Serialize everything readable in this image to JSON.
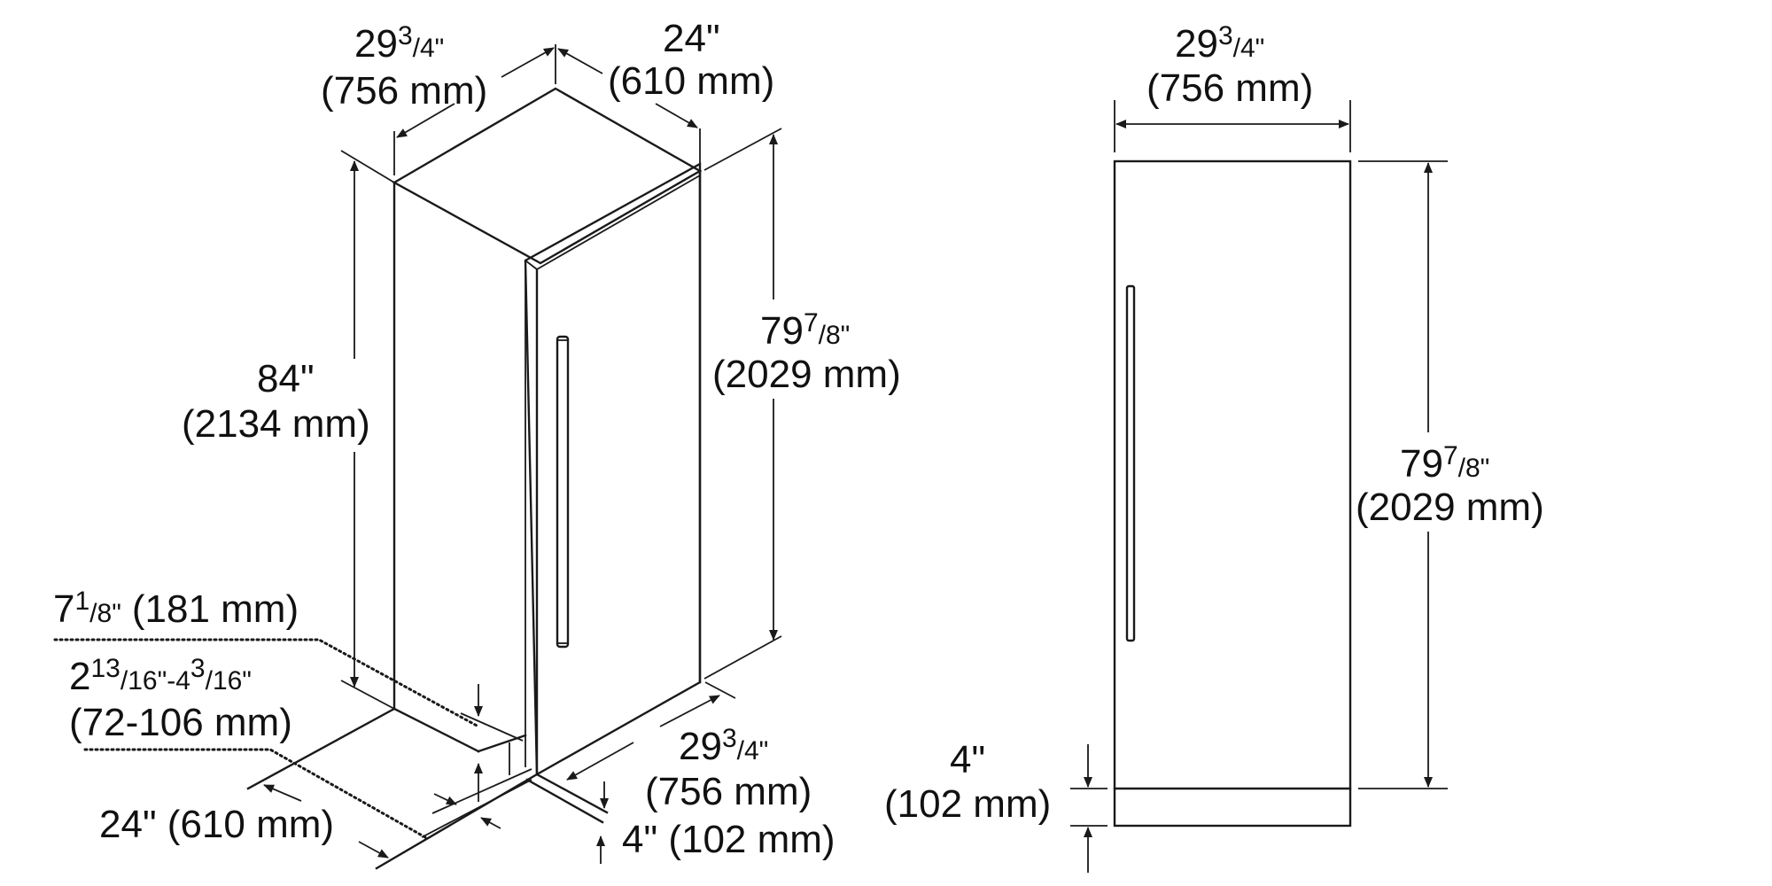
{
  "colors": {
    "line": "#1a1a1a",
    "text": "#111111",
    "background": "#ffffff"
  },
  "iso_view": {
    "width_top": {
      "whole": "29",
      "num": "3",
      "den": "4\"",
      "mm": "(756 mm)"
    },
    "depth_top": {
      "inches": "24\"",
      "mm": "(610 mm)"
    },
    "overall_height": {
      "inches": "84\"",
      "mm": "(2134 mm)"
    },
    "cabinet_height": {
      "whole": "79",
      "num": "7",
      "den": "8\"",
      "mm": "(2029 mm)"
    },
    "toe_kick_depth": {
      "whole": "7",
      "num": "1",
      "den": "8\"",
      "mm": "(181 mm)"
    },
    "toe_kick_height": {
      "whole_a": "2",
      "num_a": "13",
      "den_a": "16\"-4",
      "num_b": "3",
      "den_b": "16\"",
      "mm": "(72-106 mm)"
    },
    "width_bottom": {
      "whole": "29",
      "num": "3",
      "den": "4\"",
      "mm": "(756 mm)"
    },
    "base_height": {
      "label": "4\" (102 mm)"
    },
    "depth_bottom": {
      "label": "24\" (610 mm)"
    }
  },
  "front_view": {
    "width": {
      "whole": "29",
      "num": "3",
      "den": "4\"",
      "mm": "(756 mm)"
    },
    "height": {
      "whole": "79",
      "num": "7",
      "den": "8\"",
      "mm": "(2029 mm)"
    },
    "base": {
      "inches": "4\"",
      "mm": "(102 mm)"
    }
  }
}
